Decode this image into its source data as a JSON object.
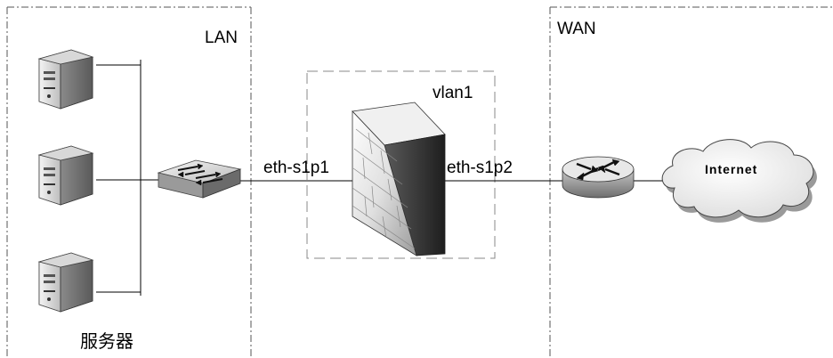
{
  "zones": {
    "lan": "LAN",
    "wan": "WAN",
    "vlan": "vlan1"
  },
  "interfaces": {
    "inner": "eth-s1p1",
    "outer": "eth-s1p2"
  },
  "servers_label": "服务器",
  "internet_label": "Internet",
  "icons": [
    "server-icon",
    "switch-icon",
    "firewall-icon",
    "router-icon",
    "cloud-icon"
  ]
}
